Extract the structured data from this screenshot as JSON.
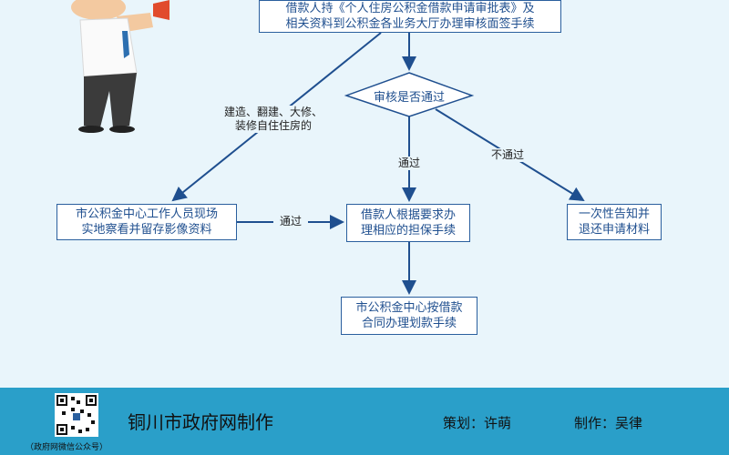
{
  "flow": {
    "top_box": {
      "line1": "借款人持《个人住房公积金借款申请审批表》及",
      "line2": "相关资料到公积金各业务大厅办理审核面签手续"
    },
    "decision": "审核是否通过",
    "left_branch_label": {
      "line1": "建造、翻建、大修、",
      "line2": "装修自住住房的"
    },
    "pass_label_center": "通过",
    "fail_label": "不通过",
    "pass_label_left": "通过",
    "site_box": {
      "line1": "市公积金中心工作人员现场",
      "line2": "实地察看并留存影像资料"
    },
    "guarantee_box": {
      "line1": "借款人根据要求办",
      "line2": "理相应的担保手续"
    },
    "reject_box": {
      "line1": "一次性告知并",
      "line2": "退还申请材料"
    },
    "transfer_box": {
      "line1": "市公积金中心按借款",
      "line2": "合同办理划款手续"
    }
  },
  "footer": {
    "org": "铜川市政府网制作",
    "planner": "策划：许萌",
    "producer": "制作：吴律",
    "qr_caption": "（政府网微信公众号）"
  },
  "colors": {
    "line": "#1f4f8f",
    "footer_bg": "#2a9fc9",
    "canvas_bg": "#e9f5fb"
  }
}
